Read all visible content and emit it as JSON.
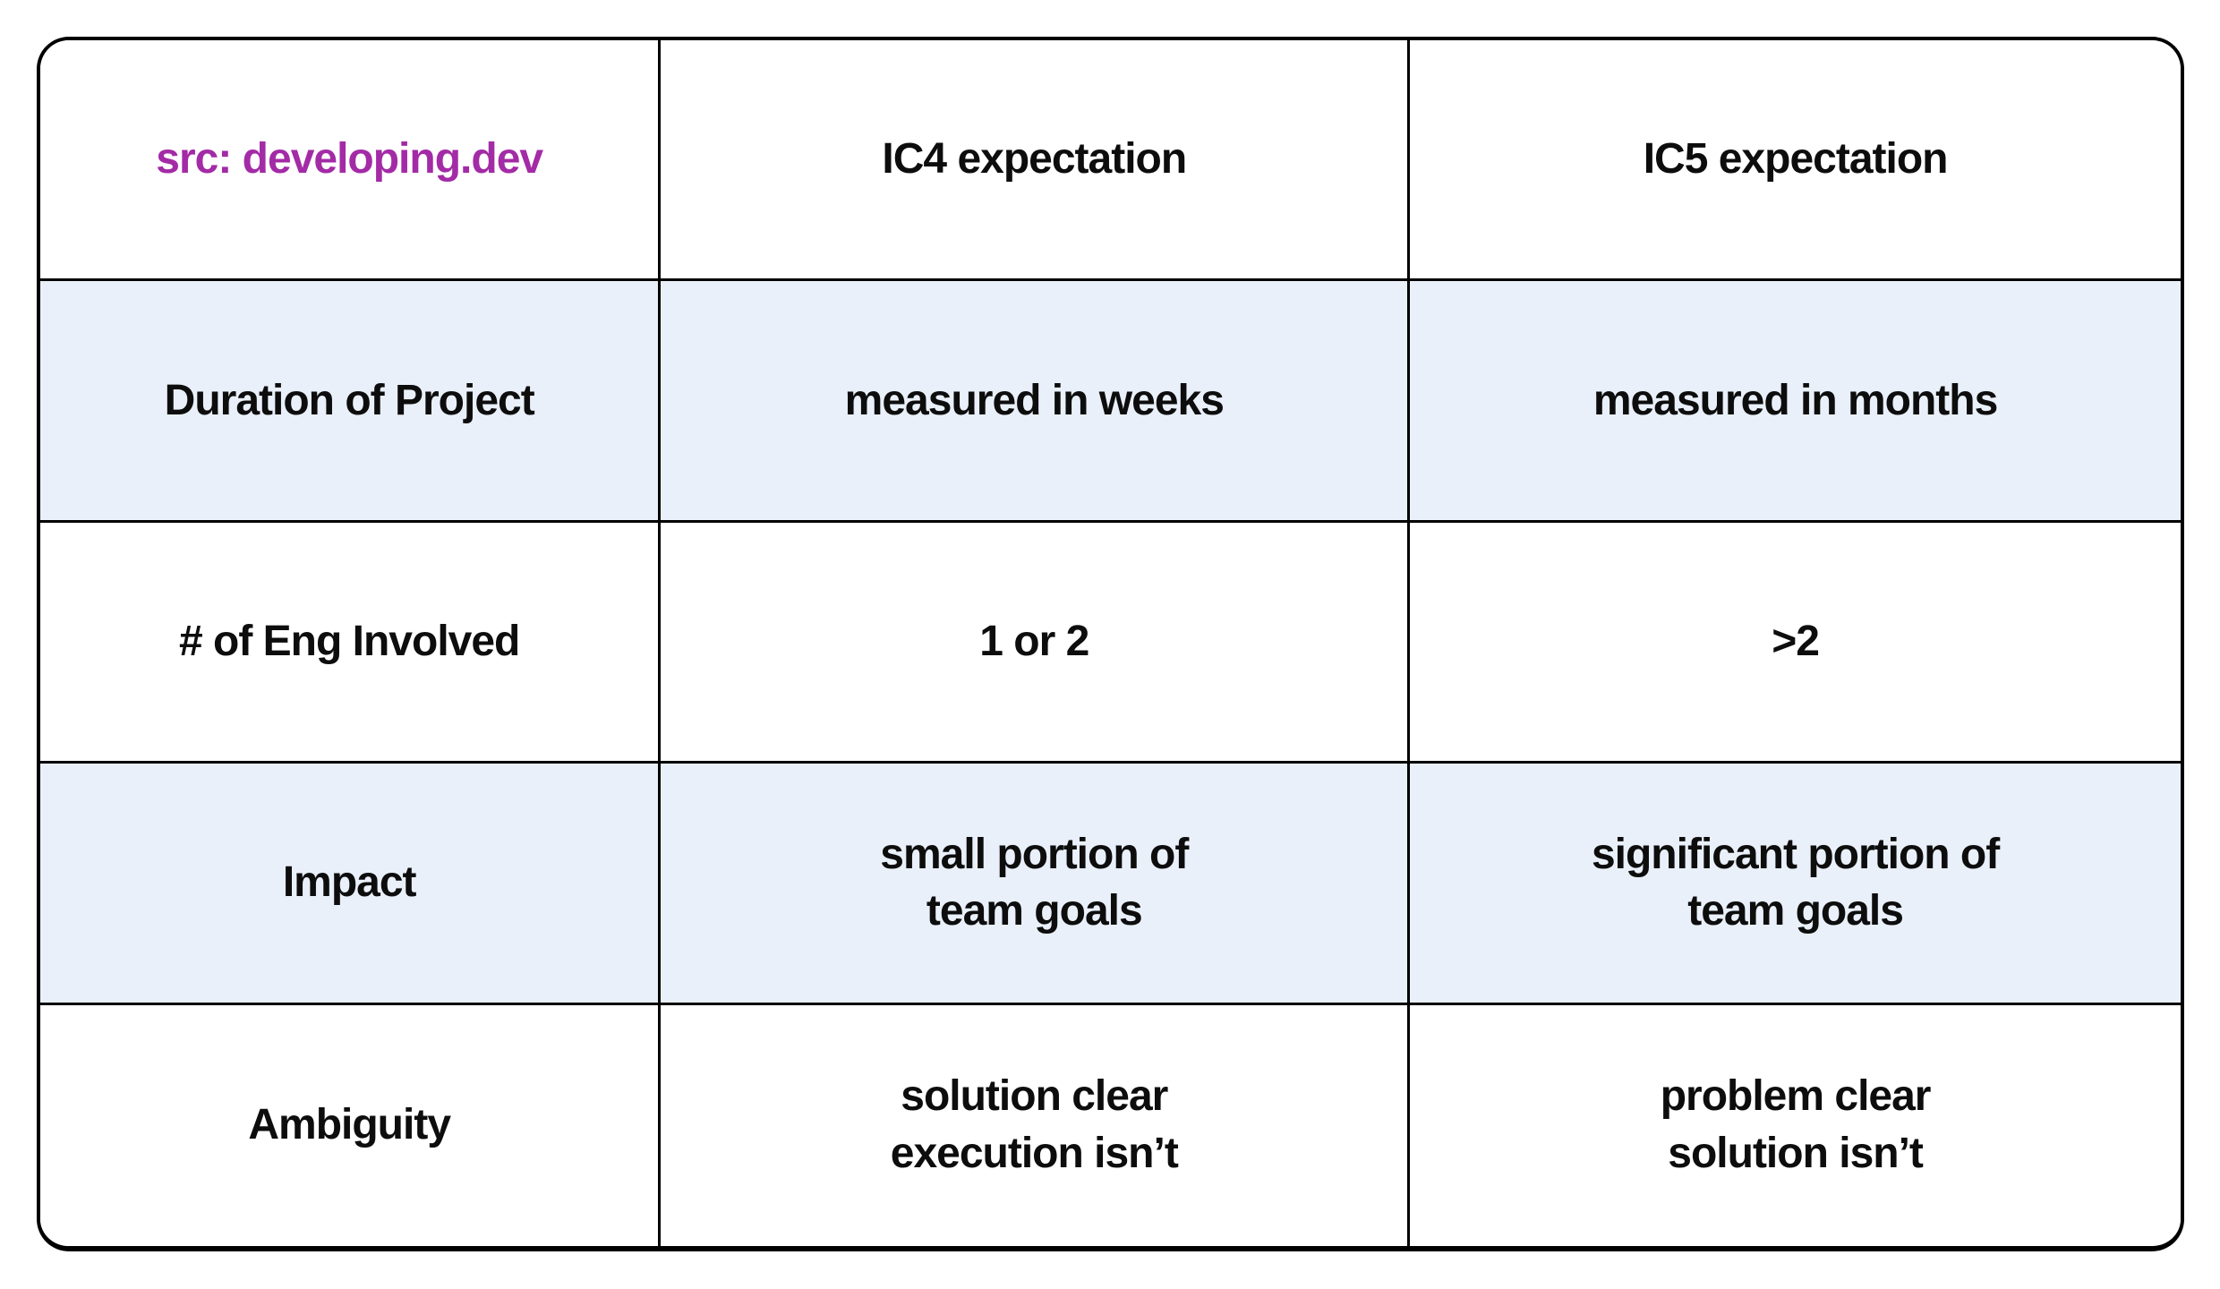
{
  "colors": {
    "border": "#000000",
    "row_shade": "#e9f0f9",
    "source_accent": "#a32ba6",
    "text": "#0d0d0d",
    "background": "#ffffff"
  },
  "chart_data": {
    "type": "table",
    "title": "",
    "columns": [
      "src: developing.dev",
      "IC4 expectation",
      "IC5 expectation"
    ],
    "rows": [
      {
        "label": "Duration of Project",
        "ic4": "measured in weeks",
        "ic5": "measured in months",
        "shaded": true
      },
      {
        "label": "# of Eng Involved",
        "ic4": "1 or 2",
        "ic5": ">2",
        "shaded": false
      },
      {
        "label": "Impact",
        "ic4": "small portion of\nteam goals",
        "ic5": "significant portion of\nteam goals",
        "shaded": true
      },
      {
        "label": "Ambiguity",
        "ic4": "solution clear\nexecution isn’t",
        "ic5": "problem clear\nsolution isn’t",
        "shaded": false
      }
    ],
    "layout": {
      "column_width_fractions": [
        0.29,
        0.35,
        0.36
      ],
      "row_count": 5,
      "shaded_row_indexes": [
        1,
        3
      ],
      "grid": "on",
      "outer_corner_radius_px": 36
    }
  }
}
